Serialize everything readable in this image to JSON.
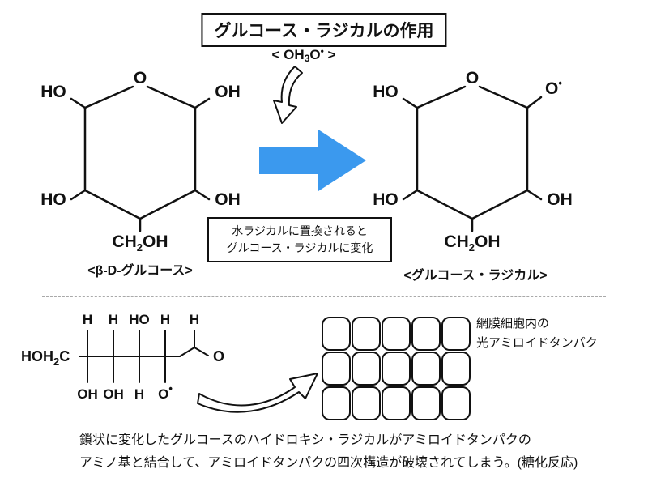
{
  "title": "グルコース・ラジカルの作用",
  "colors": {
    "arrow_blue": "#3b99ee"
  },
  "water_radical": {
    "pre": "< OH",
    "sub": "3",
    "o": "O",
    "dot": "•",
    "post": " >"
  },
  "left_ring": {
    "o_top": "O",
    "ho_upper": "HO",
    "oh_upper": "OH",
    "ho_lower": "HO",
    "oh_lower": "OH",
    "ch2oh": {
      "pre": "CH",
      "sub": "2",
      "post": "OH"
    },
    "caption": "<β-D-グルコース>"
  },
  "right_ring": {
    "o_top": "O",
    "ho_upper": "HO",
    "o_radical": "O",
    "radical_dot": "•",
    "ho_lower": "HO",
    "oh_lower": "OH",
    "ch2oh": {
      "pre": "CH",
      "sub": "2",
      "post": "OH"
    },
    "caption": "<グルコース・ラジカル>"
  },
  "transform_note": {
    "line1": "水ラジカルに置換されると",
    "line2": "グルコース・ラジカルに変化"
  },
  "chain": {
    "left_group": {
      "pre": "HOH",
      "sub": "2",
      "post": "C"
    },
    "top_labels": [
      "H",
      "H",
      "HO",
      "H",
      "H"
    ],
    "bottom_labels": [
      "OH",
      "OH",
      "H"
    ],
    "bottom_radical": {
      "o": "O",
      "dot": "•"
    },
    "right_o": "O"
  },
  "protein": {
    "line1": "網膜細胞内の",
    "line2": "光アミロイドタンパク"
  },
  "footer": {
    "line1": "鎖状に変化したグルコースのハイドロキシ・ラジカルがアミロイドタンパクの",
    "line2": "アミノ基と結合して、アミロイドタンパクの四次構造が破壊されてしまう。(糖化反応)"
  }
}
